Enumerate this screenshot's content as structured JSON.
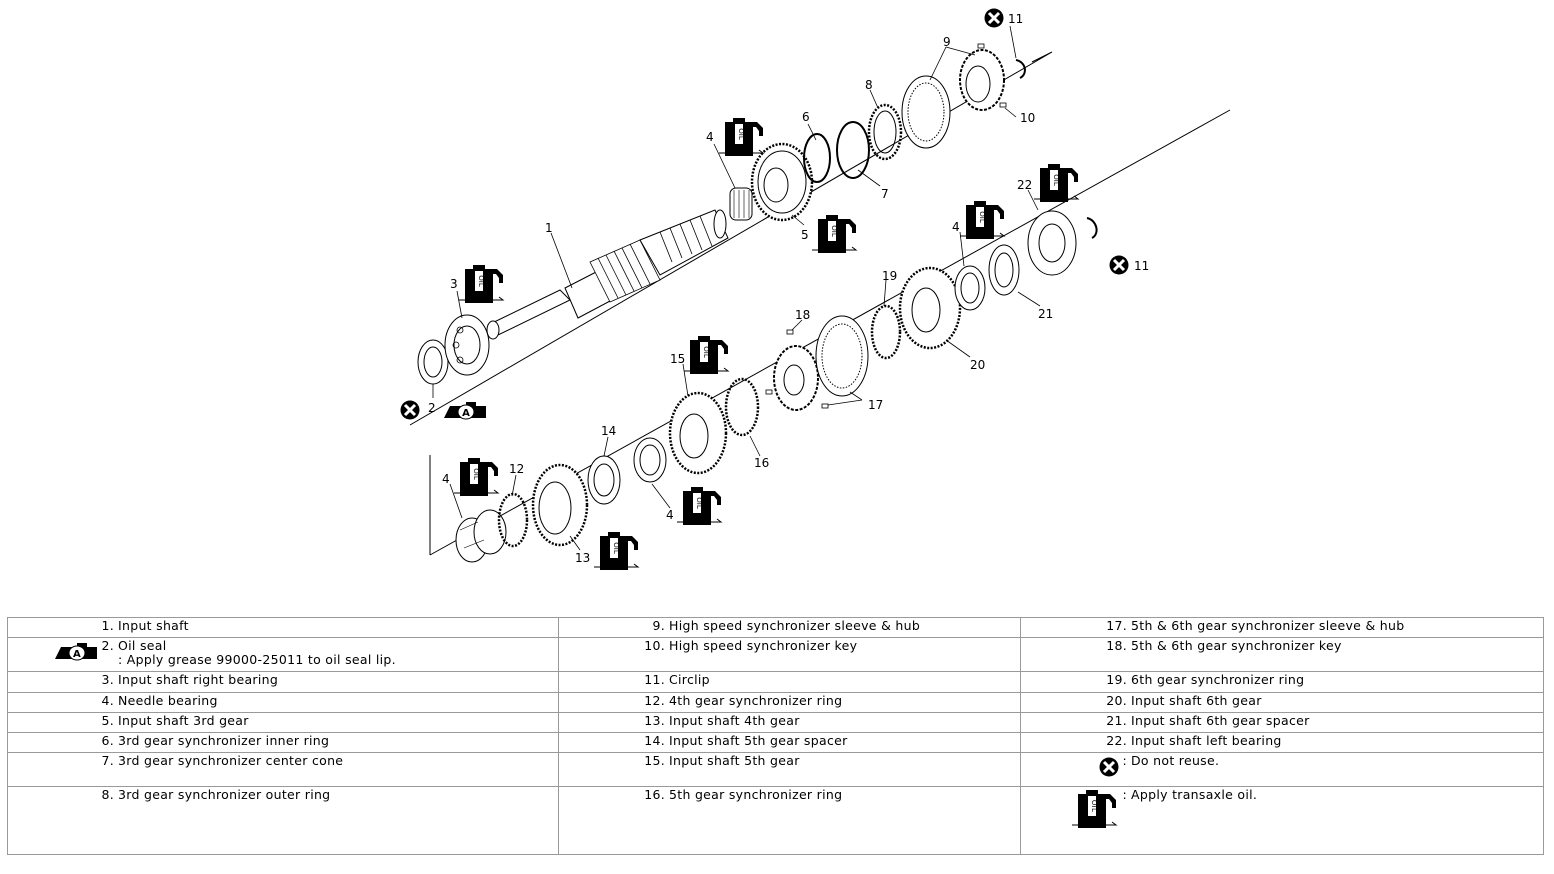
{
  "callouts": {
    "c1": "1",
    "c2": "2",
    "c3": "3",
    "c4a": "4",
    "c4b": "4",
    "c4c": "4",
    "c4d": "4",
    "c5": "5",
    "c6": "6",
    "c7": "7",
    "c8": "8",
    "c9": "9",
    "c10": "10",
    "c11a": "11",
    "c11b": "11",
    "c12": "12",
    "c13": "13",
    "c14": "14",
    "c15": "15",
    "c16": "16",
    "c17": "17",
    "c18": "18",
    "c19": "19",
    "c20": "20",
    "c21": "21",
    "c22": "22"
  },
  "icons": {
    "oil_label": "OIL",
    "grease_label": "A"
  },
  "legend": {
    "rows": [
      [
        {
          "num": "1.",
          "text": "Input shaft"
        },
        {
          "num": "9.",
          "text": "High speed synchronizer sleeve & hub"
        },
        {
          "num": "17.",
          "text": "5th & 6th gear synchronizer sleeve & hub"
        }
      ],
      [
        {
          "num": "2.",
          "text": "Oil seal",
          "note": ": Apply grease 99000-25011 to oil seal lip."
        },
        {
          "num": "10.",
          "text": "High speed synchronizer key"
        },
        {
          "num": "18.",
          "text": "5th & 6th gear synchronizer key"
        }
      ],
      [
        {
          "num": "3.",
          "text": "Input shaft right bearing"
        },
        {
          "num": "11.",
          "text": "Circlip"
        },
        {
          "num": "19.",
          "text": "6th gear synchronizer ring"
        }
      ],
      [
        {
          "num": "4.",
          "text": "Needle bearing"
        },
        {
          "num": "12.",
          "text": "4th gear synchronizer ring"
        },
        {
          "num": "20.",
          "text": "Input shaft 6th gear"
        }
      ],
      [
        {
          "num": "5.",
          "text": "Input shaft 3rd gear"
        },
        {
          "num": "13.",
          "text": "Input shaft 4th gear"
        },
        {
          "num": "21.",
          "text": "Input shaft 6th gear spacer"
        }
      ],
      [
        {
          "num": "6.",
          "text": "3rd gear synchronizer inner ring"
        },
        {
          "num": "14.",
          "text": "Input shaft 5th gear spacer"
        },
        {
          "num": "22.",
          "text": "Input shaft left bearing"
        }
      ],
      [
        {
          "num": "7.",
          "text": "3rd gear synchronizer center cone"
        },
        {
          "num": "15.",
          "text": "Input shaft 5th gear"
        },
        {
          "num": ":",
          "text": "Do not reuse."
        }
      ],
      [
        {
          "num": "8.",
          "text": "3rd gear synchronizer outer ring"
        },
        {
          "num": "16.",
          "text": "5th gear synchronizer ring"
        },
        {
          "num": ":",
          "text": "Apply transaxle oil."
        }
      ]
    ]
  }
}
